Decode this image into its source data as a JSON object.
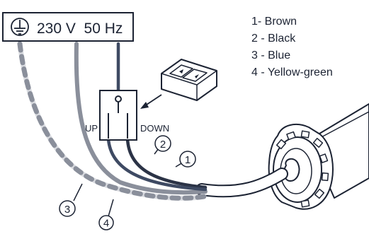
{
  "supply": {
    "label": "230 V  50 Hz",
    "ground_icon": "ground-symbol-icon"
  },
  "legend": [
    {
      "text": "1- Brown"
    },
    {
      "text": "2 - Black"
    },
    {
      "text": "3 - Blue"
    },
    {
      "text": "4 - Yellow-green"
    }
  ],
  "switch": {
    "up_label": "UP",
    "down_label": "DOWN",
    "remote_icon": "rocker-switch-icon"
  },
  "callouts": [
    "1",
    "2",
    "3",
    "4"
  ],
  "colors": {
    "ink": "#1c2333",
    "blue_wire": "#8a8f9b",
    "black_wire": "#2b3346",
    "brown_wire": "#3e4a63",
    "yellow_green_dash": "#8a8f9b",
    "yellow_green_base": "#d9dbe0"
  }
}
